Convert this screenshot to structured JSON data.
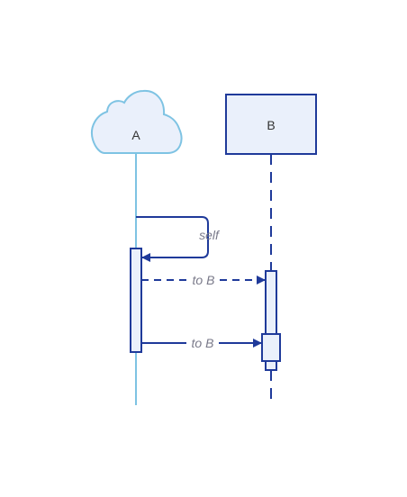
{
  "participants": {
    "a": {
      "label": "A",
      "shape": "cloud"
    },
    "b": {
      "label": "B",
      "shape": "box"
    }
  },
  "messages": {
    "self": {
      "label": "self"
    },
    "to_b_1": {
      "label": "to B"
    },
    "to_b_2": {
      "label": "to B"
    }
  },
  "colors": {
    "stroke_dark": "#1f3a9a",
    "stroke_light": "#7ec3e3",
    "fill": "#eaf0fb",
    "label_text": "#333333",
    "message_text": "#7a7a8a",
    "background": "#ffffff"
  }
}
